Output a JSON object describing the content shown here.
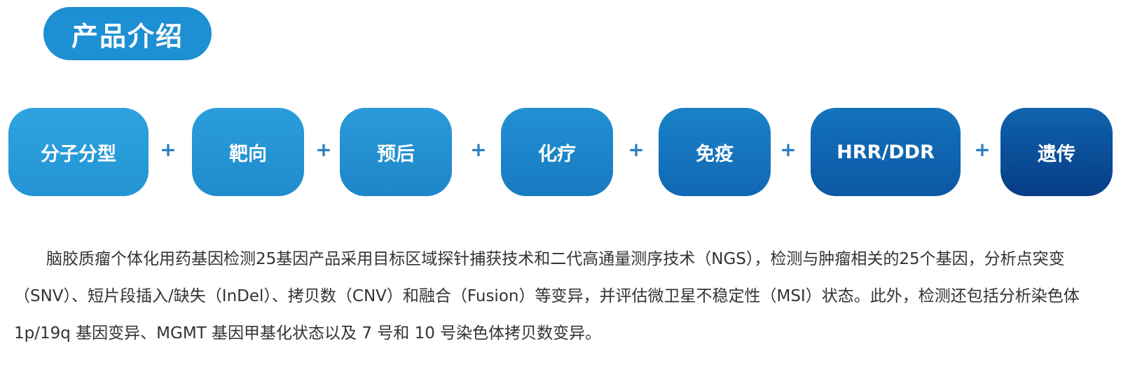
{
  "header": {
    "title": "产品介绍",
    "color": "#1d8fd3"
  },
  "tags": [
    {
      "label": "分子分型",
      "gradient": [
        "#2fa3df",
        "#2494d4"
      ]
    },
    {
      "label": "靶向",
      "gradient": [
        "#2a9ddb",
        "#1f8bcc"
      ]
    },
    {
      "label": "预后",
      "gradient": [
        "#2a9ad9",
        "#1d86c8"
      ]
    },
    {
      "label": "化疗",
      "gradient": [
        "#2290d2",
        "#177ac0"
      ]
    },
    {
      "label": "免疫",
      "gradient": [
        "#1a82c7",
        "#1068b3"
      ]
    },
    {
      "label": "HRR/DDR",
      "gradient": [
        "#1373bb",
        "#0c58a4"
      ]
    },
    {
      "label": "遗传",
      "gradient": [
        "#0f63ad",
        "#073d86"
      ]
    }
  ],
  "plus_symbol": "+",
  "description": "脑胶质瘤个体化用药基因检测25基因产品采用目标区域探针捕获技术和二代高通量测序技术（NGS），检测与肿瘤相关的25个基因，分析点突变（SNV）、短片段插入/缺失（InDel）、拷贝数（CNV）和融合（Fusion）等变异，并评估微卫星不稳定性（MSI）状态。此外，检测还包括分析染色体 1p/19q 基因变异、MGMT 基因甲基化状态以及 7 号和 10 号染色体拷贝数变异。"
}
